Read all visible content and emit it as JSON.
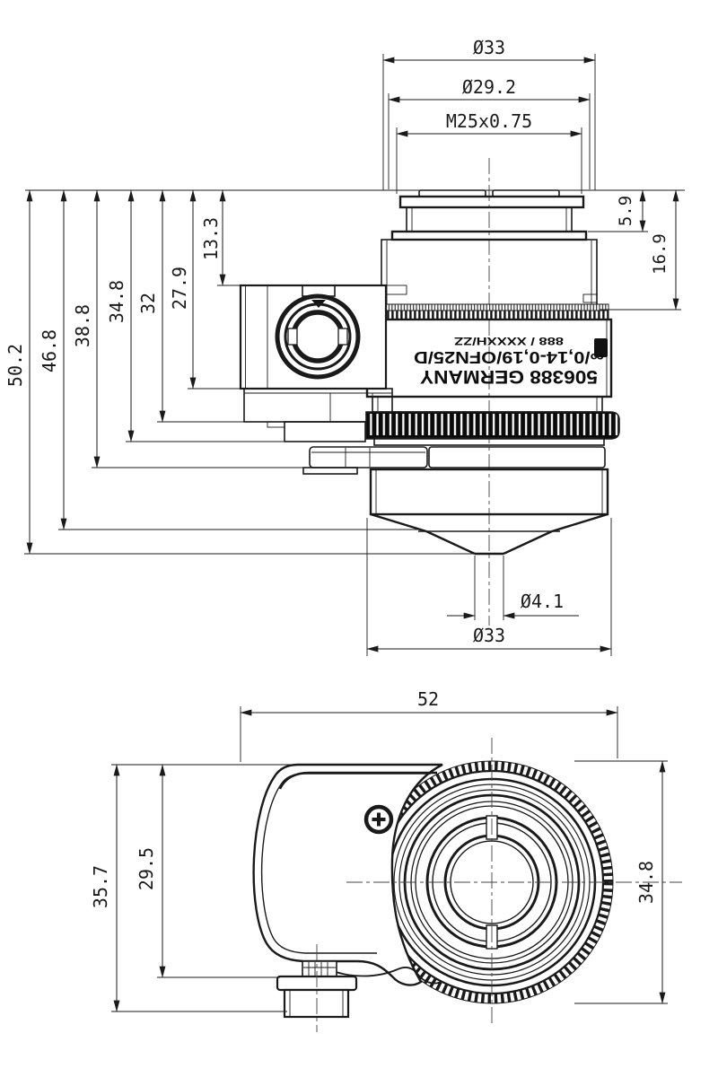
{
  "colors": {
    "line": "#1a1a1a",
    "background": "#ffffff"
  },
  "side_view": {
    "top_dims": [
      "Ø33",
      "Ø29.2",
      "M25x0.75"
    ],
    "left_dims": [
      "50.2",
      "46.8",
      "38.8",
      "34.8",
      "32",
      "27.9",
      "13.3"
    ],
    "right_dims": [
      "5.9",
      "16.9"
    ],
    "bottom_dims": [
      "Ø4.1",
      "Ø33"
    ],
    "markings": {
      "line1": "506388 GERMANY",
      "line2": "∞/0,14-0,19/OFN25/D",
      "line3": "888 / XXXXH/ZZ"
    }
  },
  "front_view": {
    "top_dim": "52",
    "left_dims": [
      "35.7",
      "29.5"
    ],
    "right_dim": "34.8"
  }
}
